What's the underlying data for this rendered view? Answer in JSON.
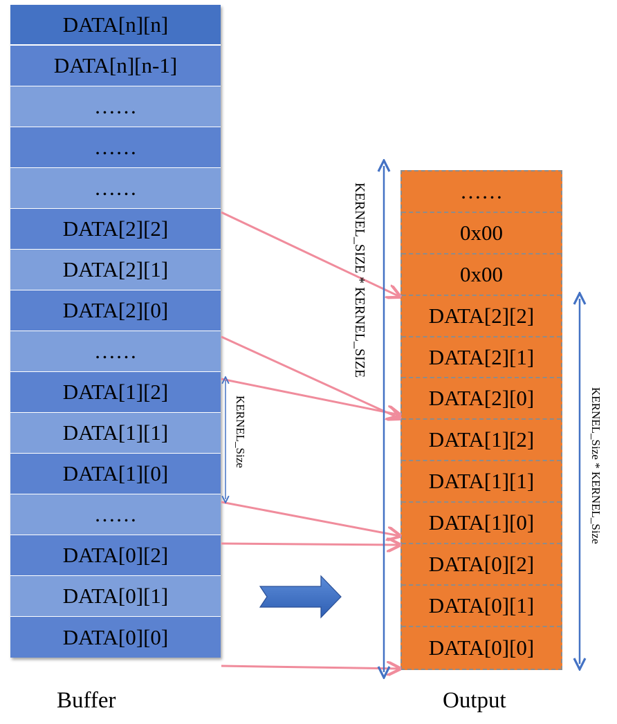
{
  "buffer": {
    "label": "Buffer",
    "cells": [
      "DATA[n][n]",
      "DATA[n][n-1]",
      "……",
      "……",
      "……",
      "DATA[2][2]",
      "DATA[2][1]",
      "DATA[2][0]",
      "……",
      "DATA[1][2]",
      "DATA[1][1]",
      "DATA[1][0]",
      "……",
      "DATA[0][2]",
      "DATA[0][1]",
      "DATA[0][0]"
    ]
  },
  "output": {
    "label": "Output",
    "cells": [
      "……",
      "0x00",
      "0x00",
      "DATA[2][2]",
      "DATA[2][1]",
      "DATA[2][0]",
      "DATA[1][2]",
      "DATA[1][1]",
      "DATA[1][0]",
      "DATA[0][2]",
      "DATA[0][1]",
      "DATA[0][0]"
    ]
  },
  "dimensions": {
    "kernel_size": "KERNEL_Size",
    "kernel_size_squared": "KERNEL_SIZE * KERNEL_SIZE",
    "kernel_size_squared_alt": "KERNEL_Size * KERNEL_Size"
  },
  "colors": {
    "buffer_dark": "#4472c4",
    "buffer_mid": "#5b82d0",
    "buffer_light": "#7e9fdb",
    "output_fill": "#ed7d31",
    "output_dash": "#8c8c8c",
    "mapping_arrow": "#f08c9c",
    "dimension_arrow": "#4472c4"
  }
}
